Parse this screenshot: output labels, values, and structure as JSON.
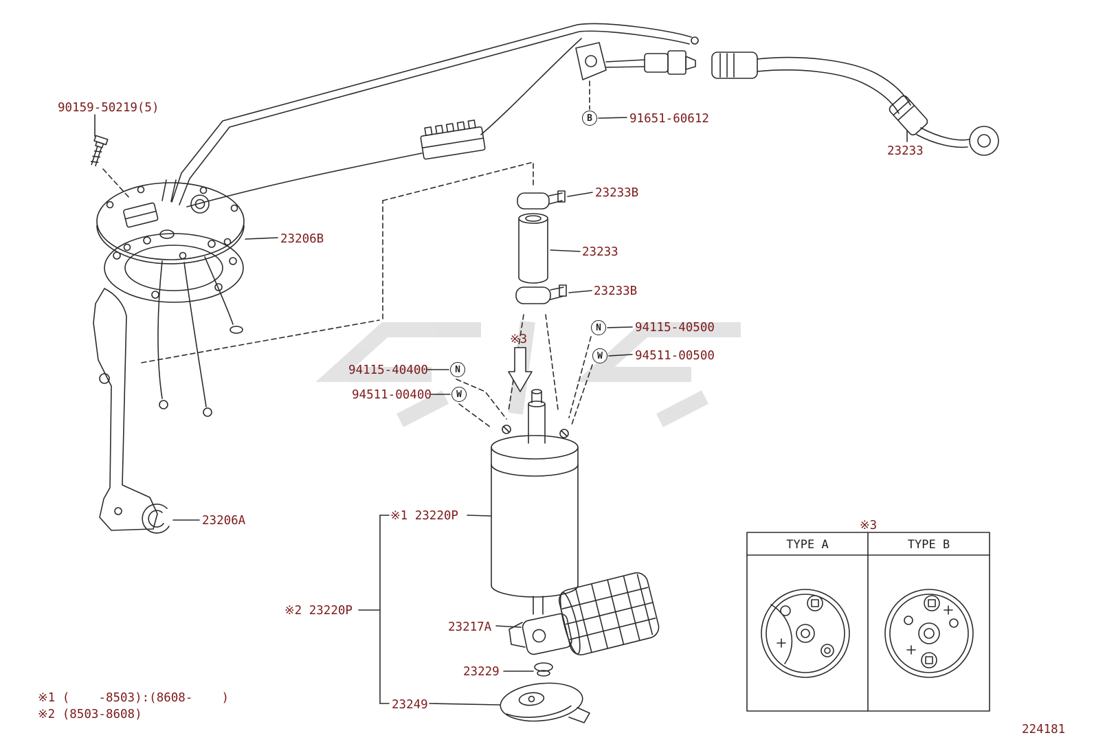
{
  "diagram": {
    "doc_number": "224181",
    "accent_color": "#7c1a1a",
    "line_color": "#2b2b2b"
  },
  "labels": {
    "screw": "90159-50219(5)",
    "union_bolt": "91651-60612",
    "hose_right": "23233",
    "clamp_upper": "23233B",
    "hose_mid": "23233",
    "clamp_lower": "23233B",
    "nut_right": "94115-40500",
    "washer_right": "94511-00500",
    "nut_left": "94115-40400",
    "washer_left": "94511-00400",
    "sender_gauge": "23206B",
    "clip": "23206A",
    "pump_ref1": "※1 23220P",
    "pump_ref2": "※2 23220P",
    "bracket": "23217A",
    "grommet": "23229",
    "strainer": "23249",
    "ref3": "※3"
  },
  "callouts": {
    "b": "B",
    "n": "N",
    "w": "W"
  },
  "table": {
    "ref": "※3",
    "columns": [
      "TYPE A",
      "TYPE B"
    ]
  },
  "footnotes": {
    "line1": "※1 (    -8503):(8608-    )",
    "line2": "※2 (8503-8608)"
  }
}
